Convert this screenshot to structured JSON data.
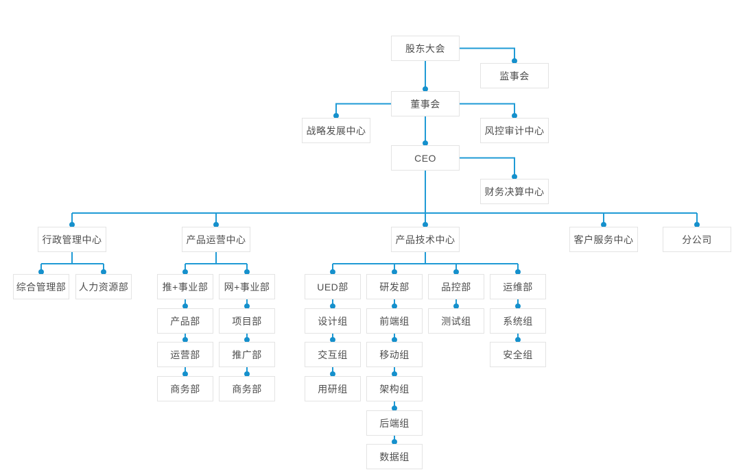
{
  "palette": {
    "background": "#ffffff",
    "line": "#1e9ad5",
    "dot": "#1590cc",
    "box_bg": "#ffffff",
    "box_border": "#e3e3e3",
    "text": "#4d4d4d"
  },
  "org": {
    "nodes": [
      {
        "id": "shareholders-meeting",
        "label": "股东大会",
        "parent": null
      },
      {
        "id": "supervisory-board",
        "label": "监事会",
        "parent": "shareholders-meeting"
      },
      {
        "id": "board-of-directors",
        "label": "董事会",
        "parent": "shareholders-meeting"
      },
      {
        "id": "strategy-center",
        "label": "战略发展中心",
        "parent": "board-of-directors"
      },
      {
        "id": "risk-audit-center",
        "label": "风控审计中心",
        "parent": "board-of-directors"
      },
      {
        "id": "ceo",
        "label": "CEO",
        "parent": "board-of-directors"
      },
      {
        "id": "finance-center",
        "label": "财务决算中心",
        "parent": "ceo"
      },
      {
        "id": "admin-center",
        "label": "行政管理中心",
        "parent": "ceo"
      },
      {
        "id": "product-ops-center",
        "label": "产品运营中心",
        "parent": "ceo"
      },
      {
        "id": "product-tech-center",
        "label": "产品技术中心",
        "parent": "ceo"
      },
      {
        "id": "customer-service-center",
        "label": "客户服务中心",
        "parent": "ceo"
      },
      {
        "id": "branch-company",
        "label": "分公司",
        "parent": "ceo"
      },
      {
        "id": "general-mgmt-dept",
        "label": "综合管理部",
        "parent": "admin-center"
      },
      {
        "id": "hr-dept",
        "label": "人力资源部",
        "parent": "admin-center"
      },
      {
        "id": "tui-division",
        "label": "推+事业部",
        "parent": "product-ops-center"
      },
      {
        "id": "wang-division",
        "label": "网+事业部",
        "parent": "product-ops-center"
      },
      {
        "id": "product-dept",
        "label": "产品部",
        "parent": "tui-division"
      },
      {
        "id": "operations-dept",
        "label": "运营部",
        "parent": "product-dept"
      },
      {
        "id": "business-dept-1",
        "label": "商务部",
        "parent": "operations-dept"
      },
      {
        "id": "project-dept",
        "label": "项目部",
        "parent": "wang-division"
      },
      {
        "id": "promotion-dept",
        "label": "推广部",
        "parent": "project-dept"
      },
      {
        "id": "business-dept-2",
        "label": "商务部",
        "parent": "promotion-dept"
      },
      {
        "id": "ued-dept",
        "label": "UED部",
        "parent": "product-tech-center"
      },
      {
        "id": "rnd-dept",
        "label": "研发部",
        "parent": "product-tech-center"
      },
      {
        "id": "qc-dept",
        "label": "品控部",
        "parent": "product-tech-center"
      },
      {
        "id": "ops-dept",
        "label": "运维部",
        "parent": "product-tech-center"
      },
      {
        "id": "design-group",
        "label": "设计组",
        "parent": "ued-dept"
      },
      {
        "id": "interaction-group",
        "label": "交互组",
        "parent": "design-group"
      },
      {
        "id": "user-research-group",
        "label": "用研组",
        "parent": "interaction-group"
      },
      {
        "id": "frontend-group",
        "label": "前端组",
        "parent": "rnd-dept"
      },
      {
        "id": "mobile-group",
        "label": "移动组",
        "parent": "frontend-group"
      },
      {
        "id": "architecture-group",
        "label": "架构组",
        "parent": "mobile-group"
      },
      {
        "id": "backend-group",
        "label": "后端组",
        "parent": "architecture-group"
      },
      {
        "id": "data-group",
        "label": "数据组",
        "parent": "backend-group"
      },
      {
        "id": "testing-group",
        "label": "测试组",
        "parent": "qc-dept"
      },
      {
        "id": "system-group",
        "label": "系统组",
        "parent": "ops-dept"
      },
      {
        "id": "security-group",
        "label": "安全组",
        "parent": "system-group"
      }
    ]
  }
}
